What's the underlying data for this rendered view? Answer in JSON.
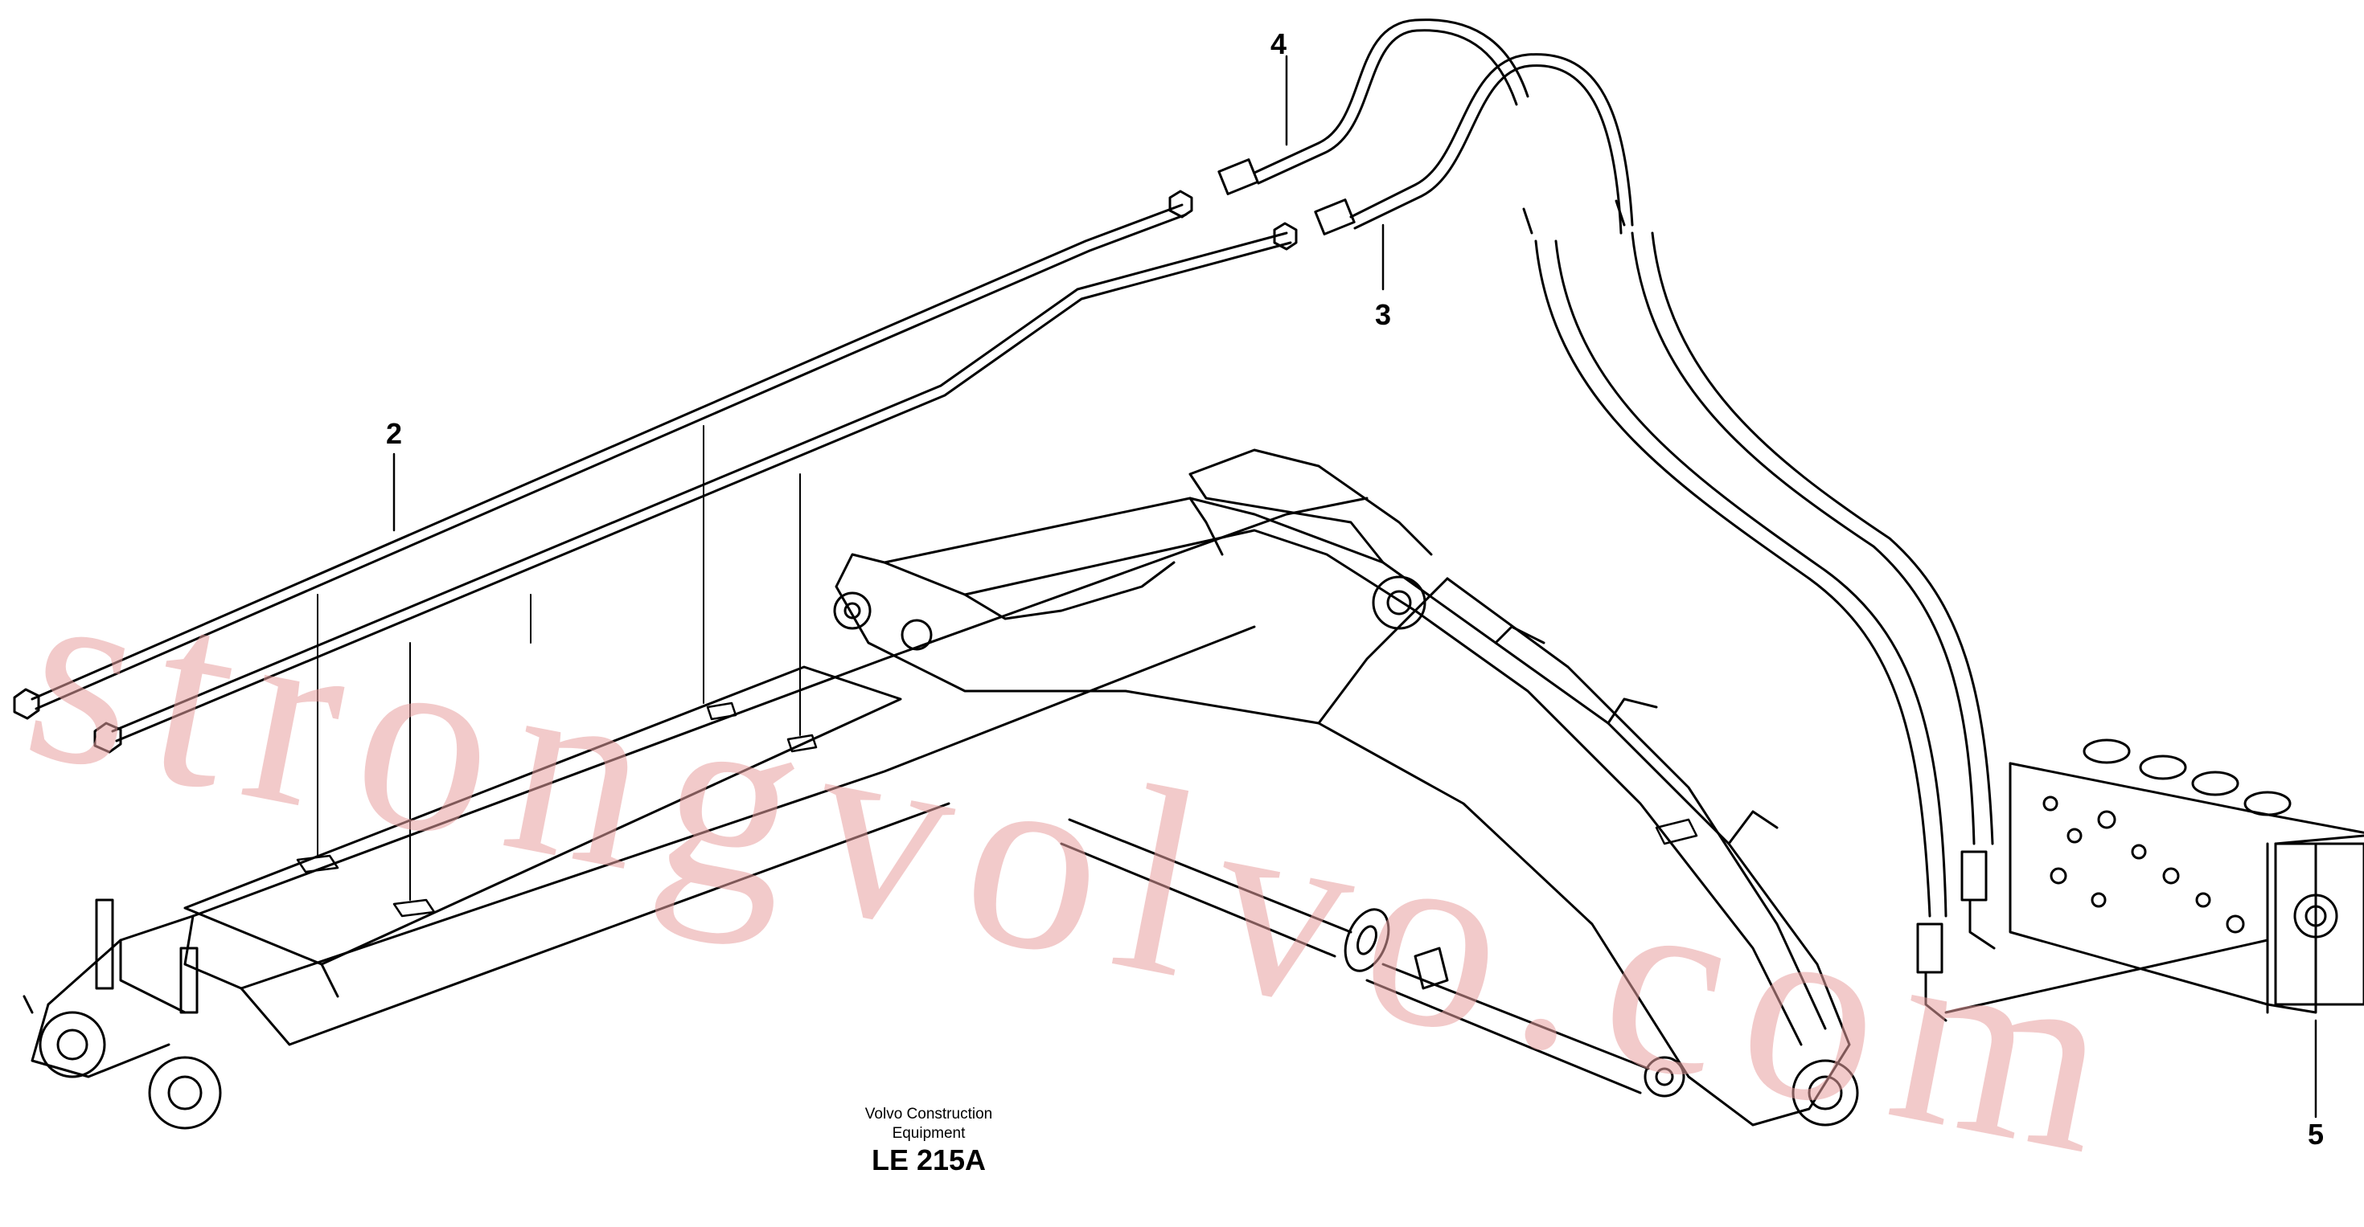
{
  "diagram": {
    "callouts": [
      {
        "id": "callout-2",
        "label": "2"
      },
      {
        "id": "callout-3",
        "label": "3"
      },
      {
        "id": "callout-4",
        "label": "4"
      },
      {
        "id": "callout-5",
        "label": "5"
      }
    ],
    "caption": {
      "line1": "Volvo Construction",
      "line2": "Equipment",
      "code": "LE 215A"
    },
    "watermark": "strongvolvo.com",
    "colors": {
      "line": "#000000",
      "watermark": "#e8a0a0",
      "background": "#ffffff"
    }
  }
}
